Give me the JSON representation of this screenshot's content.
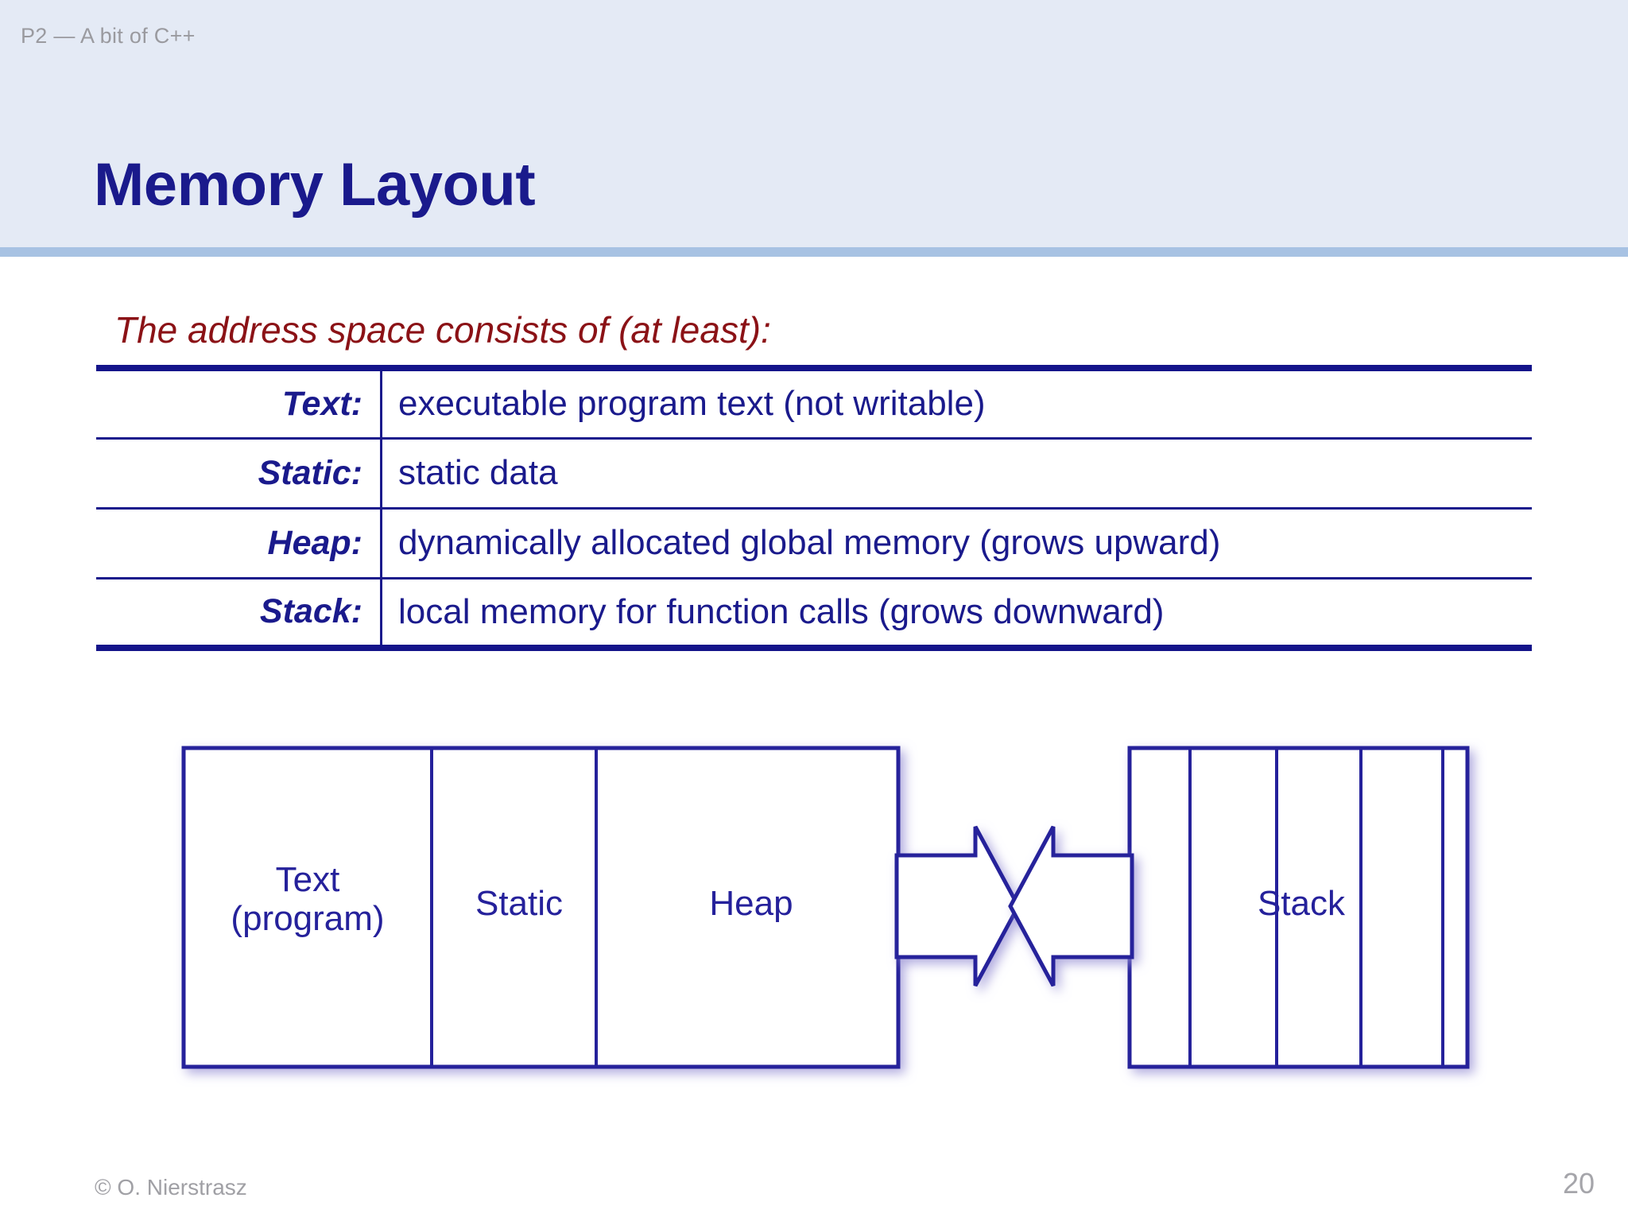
{
  "slide": {
    "breadcrumb": "P2 — A bit of C++",
    "title": "Memory Layout",
    "subtitle": "The address space consists of (at least):",
    "colors": {
      "header_band": "#e4eaf5",
      "header_rule": "#a7c2e3",
      "title_navy": "#1a1a8c",
      "subtitle_dark_red": "#8b1216",
      "diagram_outline": "#25219b",
      "footer_gray": "#a0a0a5"
    }
  },
  "table": {
    "rows": [
      {
        "label": "Text:",
        "description": "executable program text (not writable)"
      },
      {
        "label": "Static:",
        "description": "static data"
      },
      {
        "label": "Heap:",
        "description": "dynamically allocated global memory (grows upward)"
      },
      {
        "label": "Stack:",
        "description": "local memory for function calls (grows downward)"
      }
    ]
  },
  "diagram": {
    "segments": [
      {
        "name": "text",
        "label": "Text\n(program)"
      },
      {
        "name": "static",
        "label": "Static"
      },
      {
        "name": "heap",
        "label": "Heap"
      },
      {
        "name": "stack",
        "label": "Stack"
      }
    ],
    "arrows": [
      {
        "name": "heap-grows-right-arrow",
        "direction": "right"
      },
      {
        "name": "stack-grows-left-arrow",
        "direction": "left"
      }
    ]
  },
  "footer": {
    "copyright": "© O. Nierstrasz",
    "page_number": "20"
  }
}
